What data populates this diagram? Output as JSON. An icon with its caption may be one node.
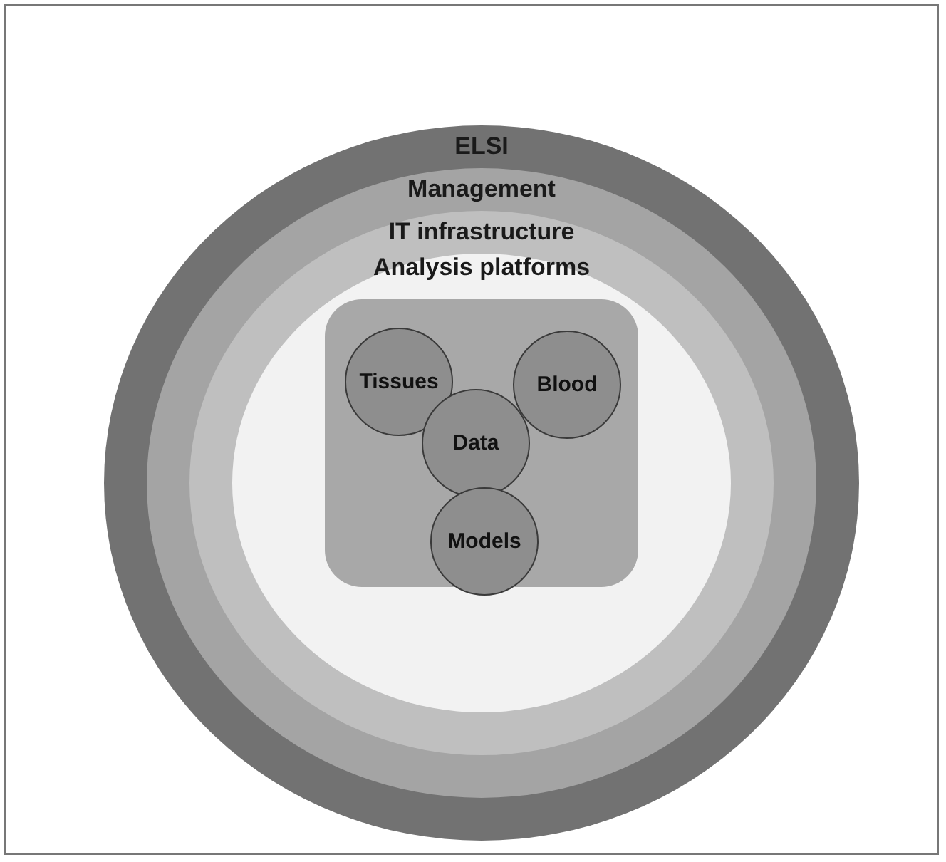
{
  "diagram": {
    "nodes": [
      {
        "text": [
          "ELSI"
        ]
      },
      {
        "text": [
          "Management"
        ],
        "in": 0
      },
      {
        "text": [
          "IT infrastructure"
        ],
        "in": 1
      },
      {
        "text": [
          "Analysis platforms"
        ],
        "in": 2
      },
      {
        "text": [],
        "shape": "box",
        "in": 3
      },
      {
        "text": [
          "Tissues"
        ],
        "in": 4
      },
      {
        "text": [
          "Blood"
        ],
        "in": 4
      },
      {
        "text": [
          "Data"
        ],
        "in": 4
      },
      {
        "text": [
          "Models"
        ],
        "in": 4
      }
    ],
    "edges": []
  }
}
